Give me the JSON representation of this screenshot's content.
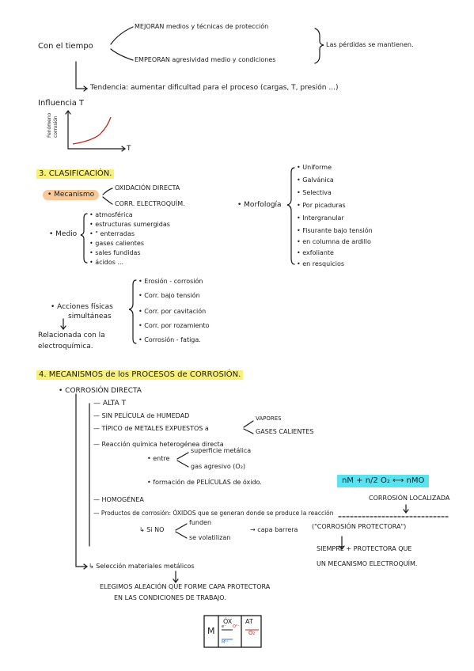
{
  "intro": {
    "subject": "Con el tiempo",
    "branch_up": "MEJORAN medios y técnicas de protección",
    "branch_down": "EMPEORAN agresividad medio y condiciones",
    "result": "Las pérdidas se mantienen.",
    "tendency": "Tendencia: aumentar dificultad para el proceso (cargas, T, presión ...)"
  },
  "influence": {
    "title": "Influencia T",
    "y_label_1": "Fenómeno",
    "y_label_2": "corrosión",
    "x_label": "T"
  },
  "classification": {
    "heading": "3. CLASIFICACIÓN.",
    "mechanism_label": "• Mecanismo",
    "mechanism_items": [
      "OXIDACIÓN DIRECTA",
      "CORR. ELECTROQUÍM."
    ],
    "medium_label": "• Medio",
    "medium_items": [
      "• atmosférica",
      "• estructuras sumergidas",
      "• \" enterradas",
      "• gases calientes",
      "• sales fundidas",
      "• ácidos ..."
    ],
    "morphology_label": "• Morfología",
    "morphology_items": [
      "• Uniforme",
      "• Galvánica",
      "• Selectiva",
      "• Por picaduras",
      "• Intergranular",
      "• Fisurante bajo tensión",
      "• en columna de ardillo",
      "• exfoliante",
      "• en resquicios"
    ],
    "physical_label_1": "• Acciones físicas",
    "physical_label_2": "simultáneas",
    "physical_items": [
      "• Erosión - corrosión",
      "• Corr. bajo tensión",
      "• Corr. por cavitación",
      "• Corr. por rozamiento",
      "• Corrosión - fatiga."
    ],
    "related_1": "Relacionada con la",
    "related_2": "electroquímica."
  },
  "mechanisms": {
    "heading": "4. MECANISMOS de los PROCESOS de CORROSIÓN.",
    "direct": "• CORROSIÓN DIRECTA",
    "items": {
      "high_t": "— ALTA T",
      "no_film": "— SIN PELÍCULA de HUMEDAD",
      "typical": "— TÍPICO de METALES EXPUESTOS a",
      "typical_options": [
        "VAPORES",
        "GASES CALIENTES"
      ],
      "reaction": "— Reacción química heterogénea directa",
      "between_label": "• entre",
      "between_options": [
        "superficie metálica",
        "gas agresivo (O₂)"
      ],
      "film": "• formación de PELÍCULAS de óxido.",
      "equation": "nM + n/2 O₂ ⟷ nMO",
      "homogeneous": "— HOMOGÉNEA",
      "localized": "CORROSIÓN LOCALIZADA",
      "products": "— Productos de corrosión: ÓXIDOS que se generan donde se produce la reacción",
      "if_not": "↳ Si NO",
      "if_not_options": [
        "funden",
        "se volatilizan"
      ],
      "barrier": "→ capa barrera",
      "protective": "(\"CORROSIÓN PROTECTORA\")",
      "always_1": "SIEMPRE + PROTECTORA QUE",
      "always_2": "UN MECANISMO ELECTROQUÍM.",
      "selection": "↳ Selección materiales metálicos",
      "choose_1": "ELEGIMOS ALEACIÓN QUE FORME CAPA PROTECTORA",
      "choose_2": "EN LAS CONDICIONES DE TRABAJO."
    },
    "diagram": {
      "metal": "M",
      "ox": "ÓX",
      "at": "AT",
      "o2": "O₂",
      "e": "e⁻",
      "ion": "M²⁺",
      "o_ion": "O²⁻"
    }
  }
}
